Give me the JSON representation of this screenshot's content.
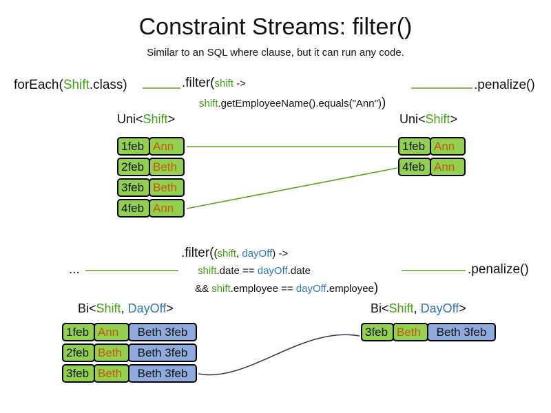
{
  "title": "Constraint Streams: filter()",
  "subtitle": "Similar to an SQL where clause, but it can run any code.",
  "colors": {
    "green_text": "#3ea214",
    "blue_text": "#2e75b6",
    "orange_text": "#c45911",
    "cell_green_bg": "#92d050",
    "cell_blue_bg": "#8faadc",
    "line_green": "#5aa118",
    "line_purple": "#403152"
  },
  "section_uni": {
    "foreach": {
      "pre": "forEach(",
      "shift": "Shift",
      "post": ".class)"
    },
    "filter": {
      "call": ".filter(",
      "param": "shift",
      "arrow": " ->",
      "body_shift": "shift",
      "body_rest": ".getEmployeeName().equals(\"Ann\")",
      "close": ")"
    },
    "penalize": ".penalize()",
    "left_label": {
      "pre": "Uni<",
      "type": "Shift",
      "post": ">"
    },
    "right_label": {
      "pre": "Uni<",
      "type": "Shift",
      "post": ">"
    },
    "left_table": {
      "rows": [
        {
          "date": "1feb",
          "name": "Ann"
        },
        {
          "date": "2feb",
          "name": "Beth"
        },
        {
          "date": "3feb",
          "name": "Beth"
        },
        {
          "date": "4feb",
          "name": "Ann"
        }
      ]
    },
    "right_table": {
      "rows": [
        {
          "date": "1feb",
          "name": "Ann"
        },
        {
          "date": "4feb",
          "name": "Ann"
        }
      ]
    }
  },
  "section_bi": {
    "ellipsis": "...",
    "filter": {
      "call": ".filter(",
      "open": "(",
      "param1": "shift",
      "comma": ", ",
      "param2": "dayOff",
      "close_params": ")",
      "arrow": " ->",
      "line1": {
        "p1": "shift",
        "m1": ".date == ",
        "p2": "dayOff",
        "m2": ".date"
      },
      "line2": {
        "amp": "&& ",
        "p1": "shift",
        "m1": ".employee == ",
        "p2": "dayOff",
        "m2": ".employee",
        "close": ")"
      }
    },
    "penalize": ".penalize()",
    "left_label": {
      "pre": "Bi<",
      "type1": "Shift",
      "comma": ", ",
      "type2": "DayOff",
      "post": ">"
    },
    "right_label": {
      "pre": "Bi<",
      "type1": "Shift",
      "comma": ", ",
      "type2": "DayOff",
      "post": ">"
    },
    "left_table": {
      "rows": [
        {
          "date": "1feb",
          "name": "Ann",
          "pair": "Beth 3feb"
        },
        {
          "date": "2feb",
          "name": "Beth",
          "pair": "Beth 3feb"
        },
        {
          "date": "3feb",
          "name": "Beth",
          "pair": "Beth 3feb"
        }
      ]
    },
    "right_table": {
      "rows": [
        {
          "date": "3feb",
          "name": "Beth",
          "pair": "Beth 3feb"
        }
      ]
    }
  }
}
